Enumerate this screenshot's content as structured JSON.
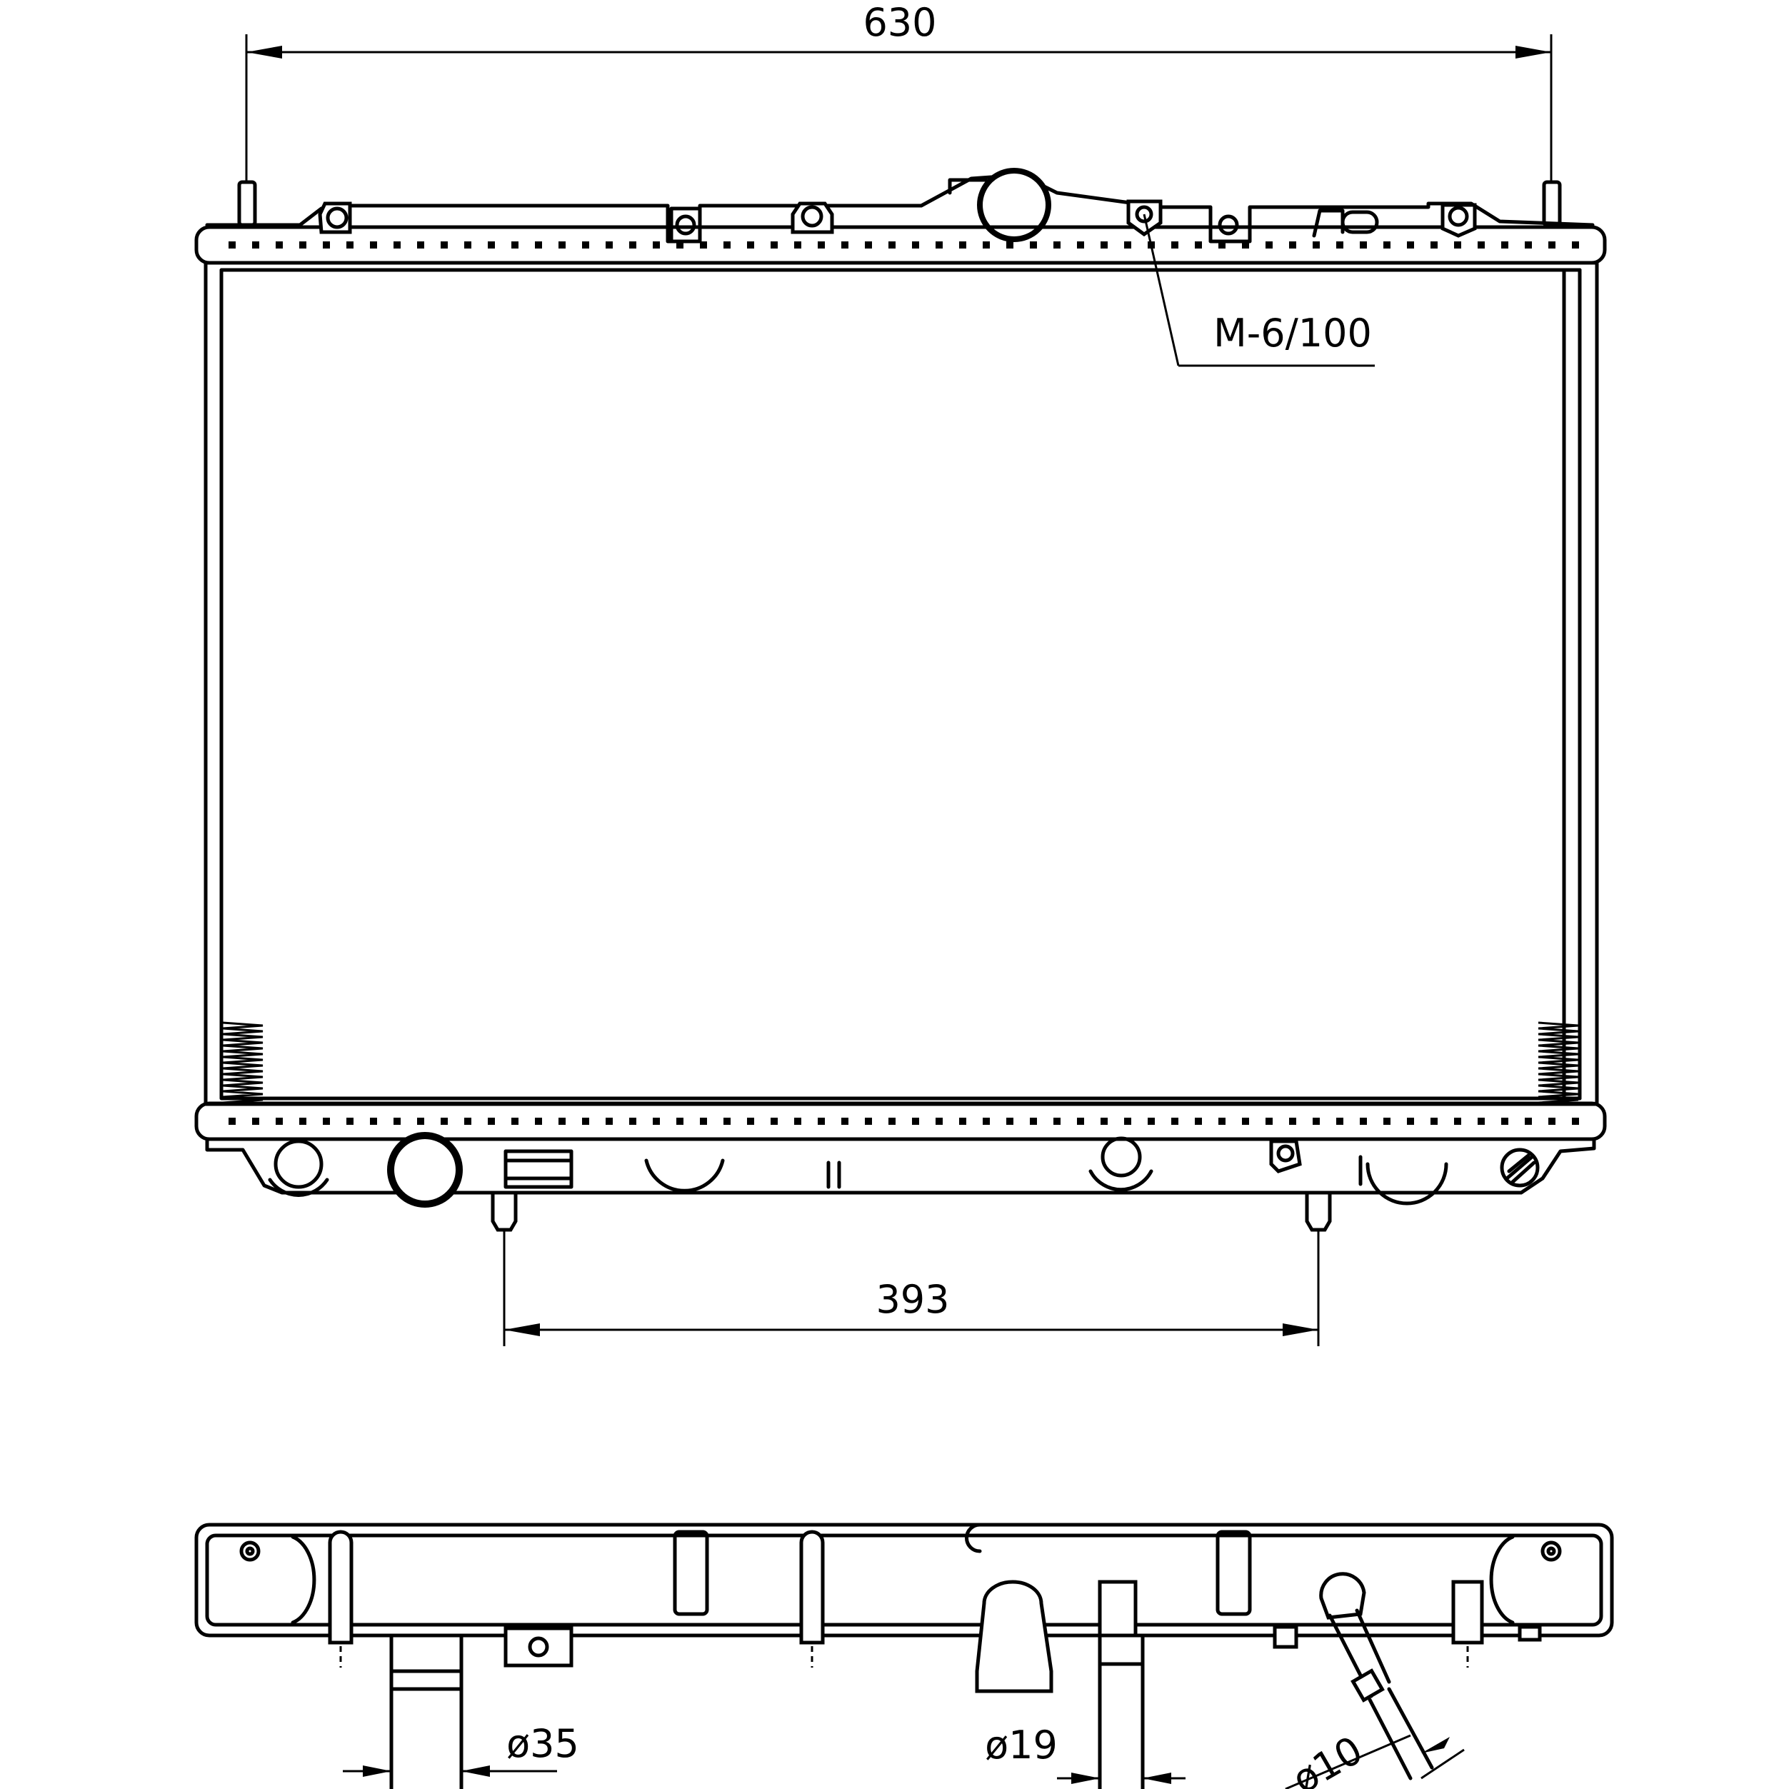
{
  "dimensions": {
    "overall_width": "630",
    "pin_spacing": "393",
    "bolt_note": "M-6/100",
    "outlet_diameter_left": "ø35",
    "outlet_diameter_mid": "ø19",
    "outlet_diameter_right": "ø10"
  }
}
